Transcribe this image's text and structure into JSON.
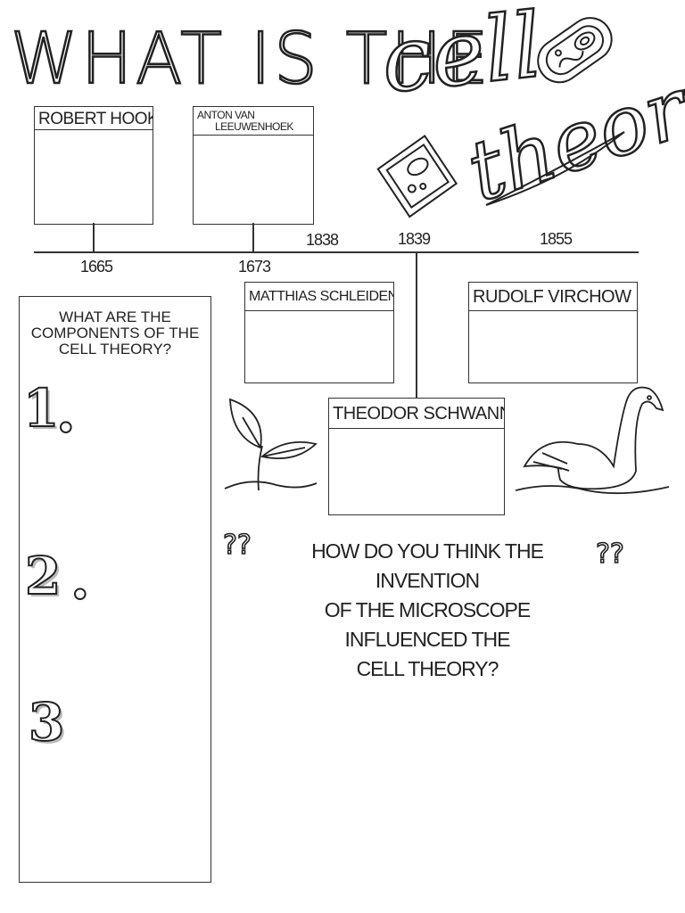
{
  "title": {
    "main": "WHAT IS THE",
    "script1": "cell",
    "script2": "theory?"
  },
  "scientists": {
    "hooke": "ROBERT HOOKE",
    "leeuwenhoek_line1": "ANTON VAN",
    "leeuwenhoek_line2": "LEEUWENHOEK",
    "schleiden": "MATTHIAS SCHLEIDEN",
    "virchow": "RUDOLF VIRCHOW",
    "schwann": "THEODOR SCHWANN"
  },
  "years": {
    "y1665": "1665",
    "y1673": "1673",
    "y1838": "1838",
    "y1839": "1839",
    "y1855": "1855"
  },
  "components": {
    "heading_line1": "WHAT ARE THE",
    "heading_line2": "COMPONENTS OF THE",
    "heading_line3": "CELL THEORY?",
    "n1": "1",
    "n2": "2",
    "n3": "3"
  },
  "microscope_question": {
    "line1": "HOW DO YOU THINK THE  INVENTION",
    "line2": "OF THE MICROSCOPE INFLUENCED THE",
    "line3": "CELL THEORY?",
    "marks": "??"
  },
  "icons": [
    "bacterium-icon",
    "plant-cell-icon",
    "seedling-icon",
    "swan-icon",
    "swoosh-icon"
  ]
}
